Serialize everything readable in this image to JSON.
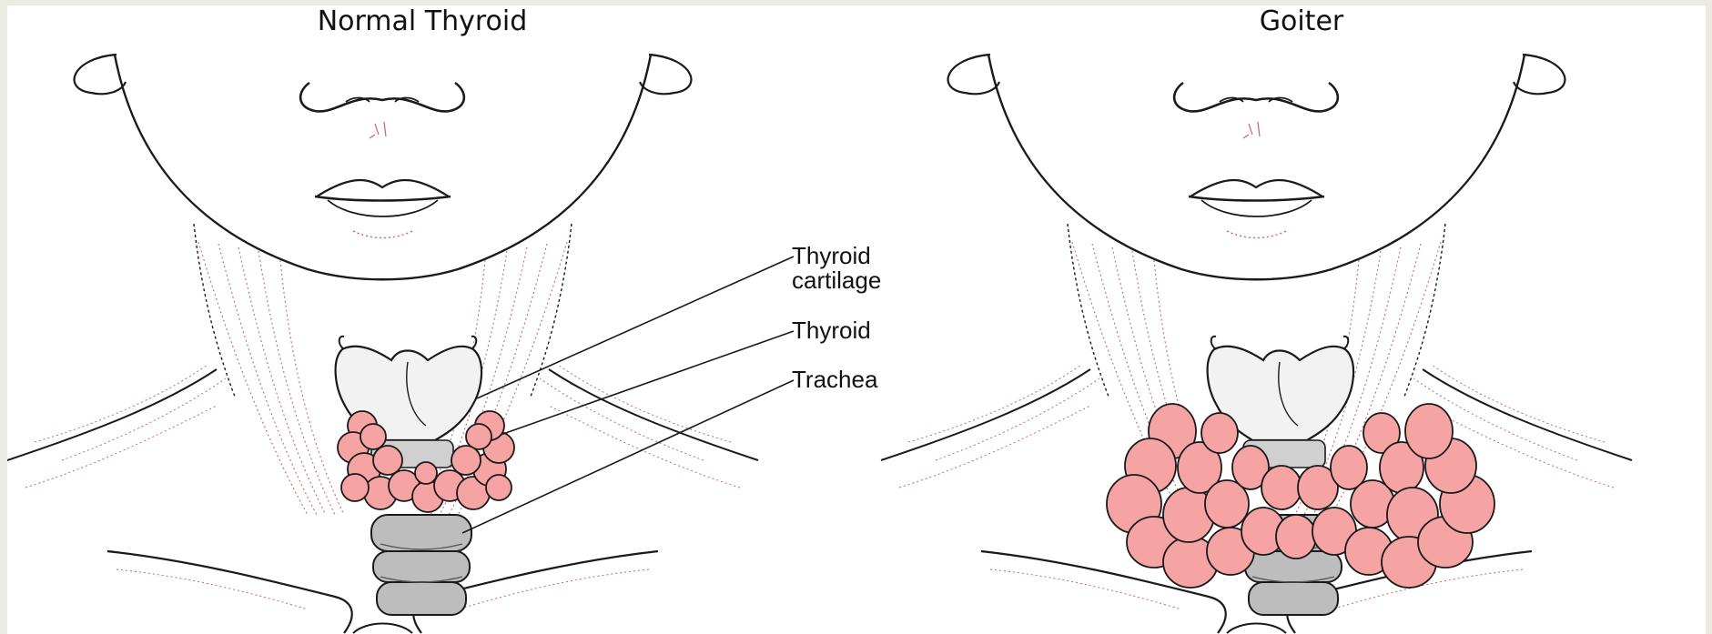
{
  "panels": [
    {
      "title": "Normal Thyroid"
    },
    {
      "title": "Goiter"
    }
  ],
  "labels": {
    "thyroid_cartilage": "Thyroid\ncartilage",
    "thyroid": "Thyroid",
    "trachea": "Trachea"
  },
  "colors": {
    "background": "#ecebe2",
    "gland_fill": "#f5a3a3",
    "cartilage_fill": "#f2f2f2",
    "trachea_fill": "#bdbdbd",
    "line": "#1a1a1a",
    "stipple": "#c06a6a"
  }
}
